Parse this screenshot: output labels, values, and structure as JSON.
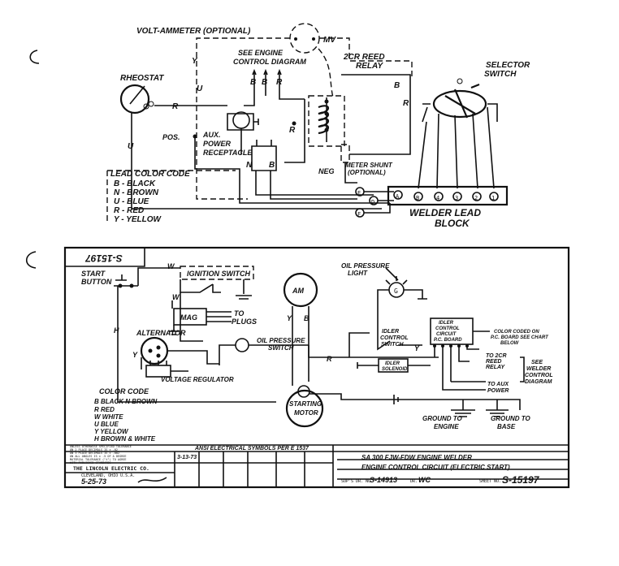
{
  "upper": {
    "volt_ammeter": "VOLT-AMMETER (OPTIONAL)",
    "mv": "MV",
    "see_engine_1": "SEE ENGINE",
    "see_engine_2": "CONTROL DIAGRAM",
    "zcr_1": "2CR REED",
    "zcr_2": "RELAY",
    "selector_1": "SELECTOR",
    "selector_2": "SWITCH",
    "rheostat": "RHEOSTAT",
    "pos": "POS.",
    "aux_1": "AUX.",
    "aux_2": "POWER",
    "aux_3": "RECEPTACLE",
    "neg": "NEG",
    "meter_shunt_1": "METER SHUNT",
    "meter_shunt_2": "(OPTIONAL)",
    "welder_lead_1": "WELDER LEAD",
    "welder_lead_2": "BLOCK",
    "wire_labels": {
      "B": "B",
      "R": "R",
      "U": "U",
      "Y": "Y",
      "N": "N"
    },
    "terminal_labels": [
      "E",
      "D",
      "F",
      "A"
    ],
    "block_terminals": [
      "B",
      "4",
      "3",
      "2",
      "1"
    ],
    "lead_color_code_title": "LEAD COLOR CODE",
    "lead_color_code": [
      "B - BLACK",
      "N - BROWN",
      "U - BLUE",
      "R - RED",
      "Y - YELLOW"
    ]
  },
  "lower": {
    "rotated_number": "S-15197",
    "start_button_1": "START",
    "start_button_2": "BUTTON",
    "ignition_switch": "IGNITION SWITCH",
    "oil_light_1": "OIL PRESSURE",
    "oil_light_2": "LIGHT",
    "g": "G",
    "am": "AM",
    "mag": "MAG",
    "to_plugs_1": "TO",
    "to_plugs_2": "PLUGS",
    "alternator": "ALTERNATOR",
    "oil_switch_1": "OIL PRESSURE",
    "oil_switch_2": "SWITCH",
    "voltage_regulator": "VOLTAGE REGULATOR",
    "idler_switch_1": "IDLER",
    "idler_switch_2": "CONTROL",
    "idler_switch_3": "SWITCH",
    "idler_board_1": "IDLER",
    "idler_board_2": "CONTROL",
    "idler_board_3": "CIRCUIT",
    "idler_board_4": "P.C. BOARD",
    "color_coded_1": "COLOR CODED ON",
    "color_coded_2": "P.C. BOARD SEE CHART",
    "color_coded_3": "BELOW",
    "idler_solenoid_1": "IDLER",
    "idler_solenoid_2": "SOLENOID",
    "to_reed_1": "TO 2CR",
    "to_reed_2": "REED",
    "to_reed_3": "RELAY",
    "see_welder_1": "SEE",
    "see_welder_2": "WELDER",
    "see_welder_3": "CONTROL",
    "see_welder_4": "DIAGRAM",
    "to_aux_1": "TO AUX",
    "to_aux_2": "POWER",
    "starting_motor_1": "STARTING",
    "starting_motor_2": "MOTOR",
    "ground_engine_1": "GROUND TO",
    "ground_engine_2": "ENGINE",
    "ground_base_1": "GROUND TO",
    "ground_base_2": "BASE",
    "wire_labels": {
      "W": "W",
      "H": "H",
      "Y": "Y",
      "B": "B",
      "R": "R"
    },
    "color_code_title": "COLOR CODE",
    "color_code": [
      "B   BLACK  N  BROWN",
      "R   RED",
      "W   WHITE",
      "U   BLUE",
      "Y   YELLOW",
      "H   BROWN & WHITE"
    ]
  },
  "title_block": {
    "ansi": "ANSI ELECTRICAL SYMBOLS PER E 1537",
    "rev_date": "3-13-73",
    "tolerance_lines": [
      "UNLESS OTHERWISE SPECIFIED TOLERANCE",
      "ON 2 PLACE DECIMALS IS ± .02",
      "ON 3 PLACE DECIMALS IS ± .002",
      "ON ALL ANGLES IS ± .5 OF A DEGREE",
      "MATERIAL TOLERANCE (\"t\") TO AGREE",
      "WITH PUBLISHED STANDARDS"
    ],
    "company": "THE LINCOLN ELECTRIC CO.",
    "city": "CLEVELAND, OHIO U.S.A.",
    "date": "5-25-73",
    "type": "SA 300 FJW-FDW ENGINE WELDER",
    "subject": "ENGINE CONTROL CIRCUIT (ELECTRIC START)",
    "sup_label": "SUP'S DR. NO.",
    "sup_value": "S-14913",
    "dr_label": "DR.",
    "dr_value": "WC",
    "sheet_label": "SHEET NO.",
    "sheet_no": "S-15197"
  }
}
